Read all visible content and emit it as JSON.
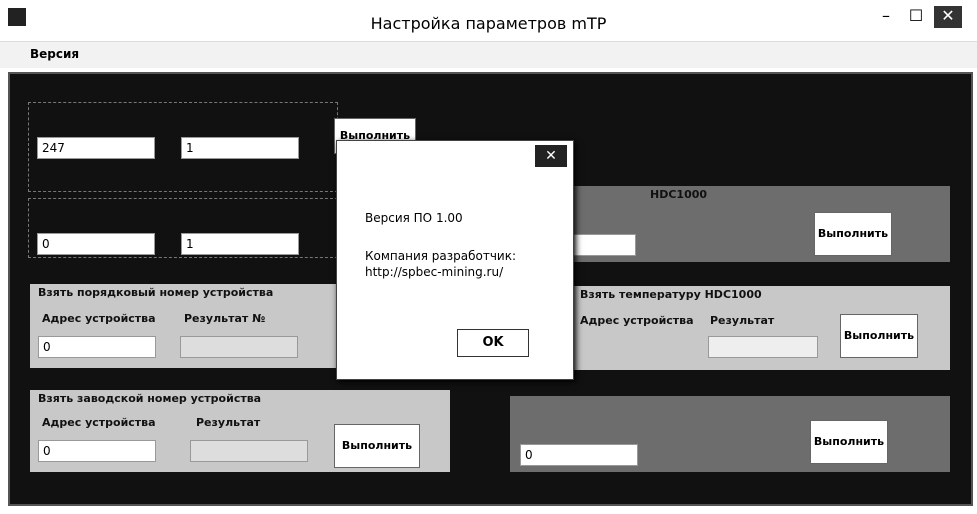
{
  "window": {
    "title": "Настройка параметров mTP",
    "minimize": "–",
    "maximize": "☐",
    "close": "✕"
  },
  "menu": {
    "items": [
      "Версия"
    ]
  },
  "groups": {
    "g1": {
      "input1": "247",
      "input2": "1",
      "button": "Выполнить"
    },
    "g2": {
      "input1": "0",
      "input2": "1"
    },
    "g3": {
      "title": "Взять порядковый номер устройства",
      "addr_label": "Адрес устройства",
      "result_label": "Результат №",
      "addr_value": "0",
      "result_value": ""
    },
    "g4": {
      "title": "Взять заводской номер устройства",
      "addr_label": "Адрес устройства",
      "result_label": "Результат",
      "addr_value": "0",
      "result_value": "",
      "button": "Выполнить"
    },
    "g5": {
      "title": "HDC1000",
      "button": "Выполнить"
    },
    "g6": {
      "title": "Взять температуру HDC1000",
      "addr_label": "Адрес устройства",
      "result_label": "Результат",
      "result_value": "",
      "button": "Выполнить"
    },
    "g7": {
      "addr_value": "0",
      "button": "Выполнить"
    }
  },
  "dialog": {
    "close": "✕",
    "version": "Версия ПО 1.00",
    "company_label": "Компания разработчик:",
    "url": "http://spbec-mining.ru/",
    "ok": "OK"
  }
}
